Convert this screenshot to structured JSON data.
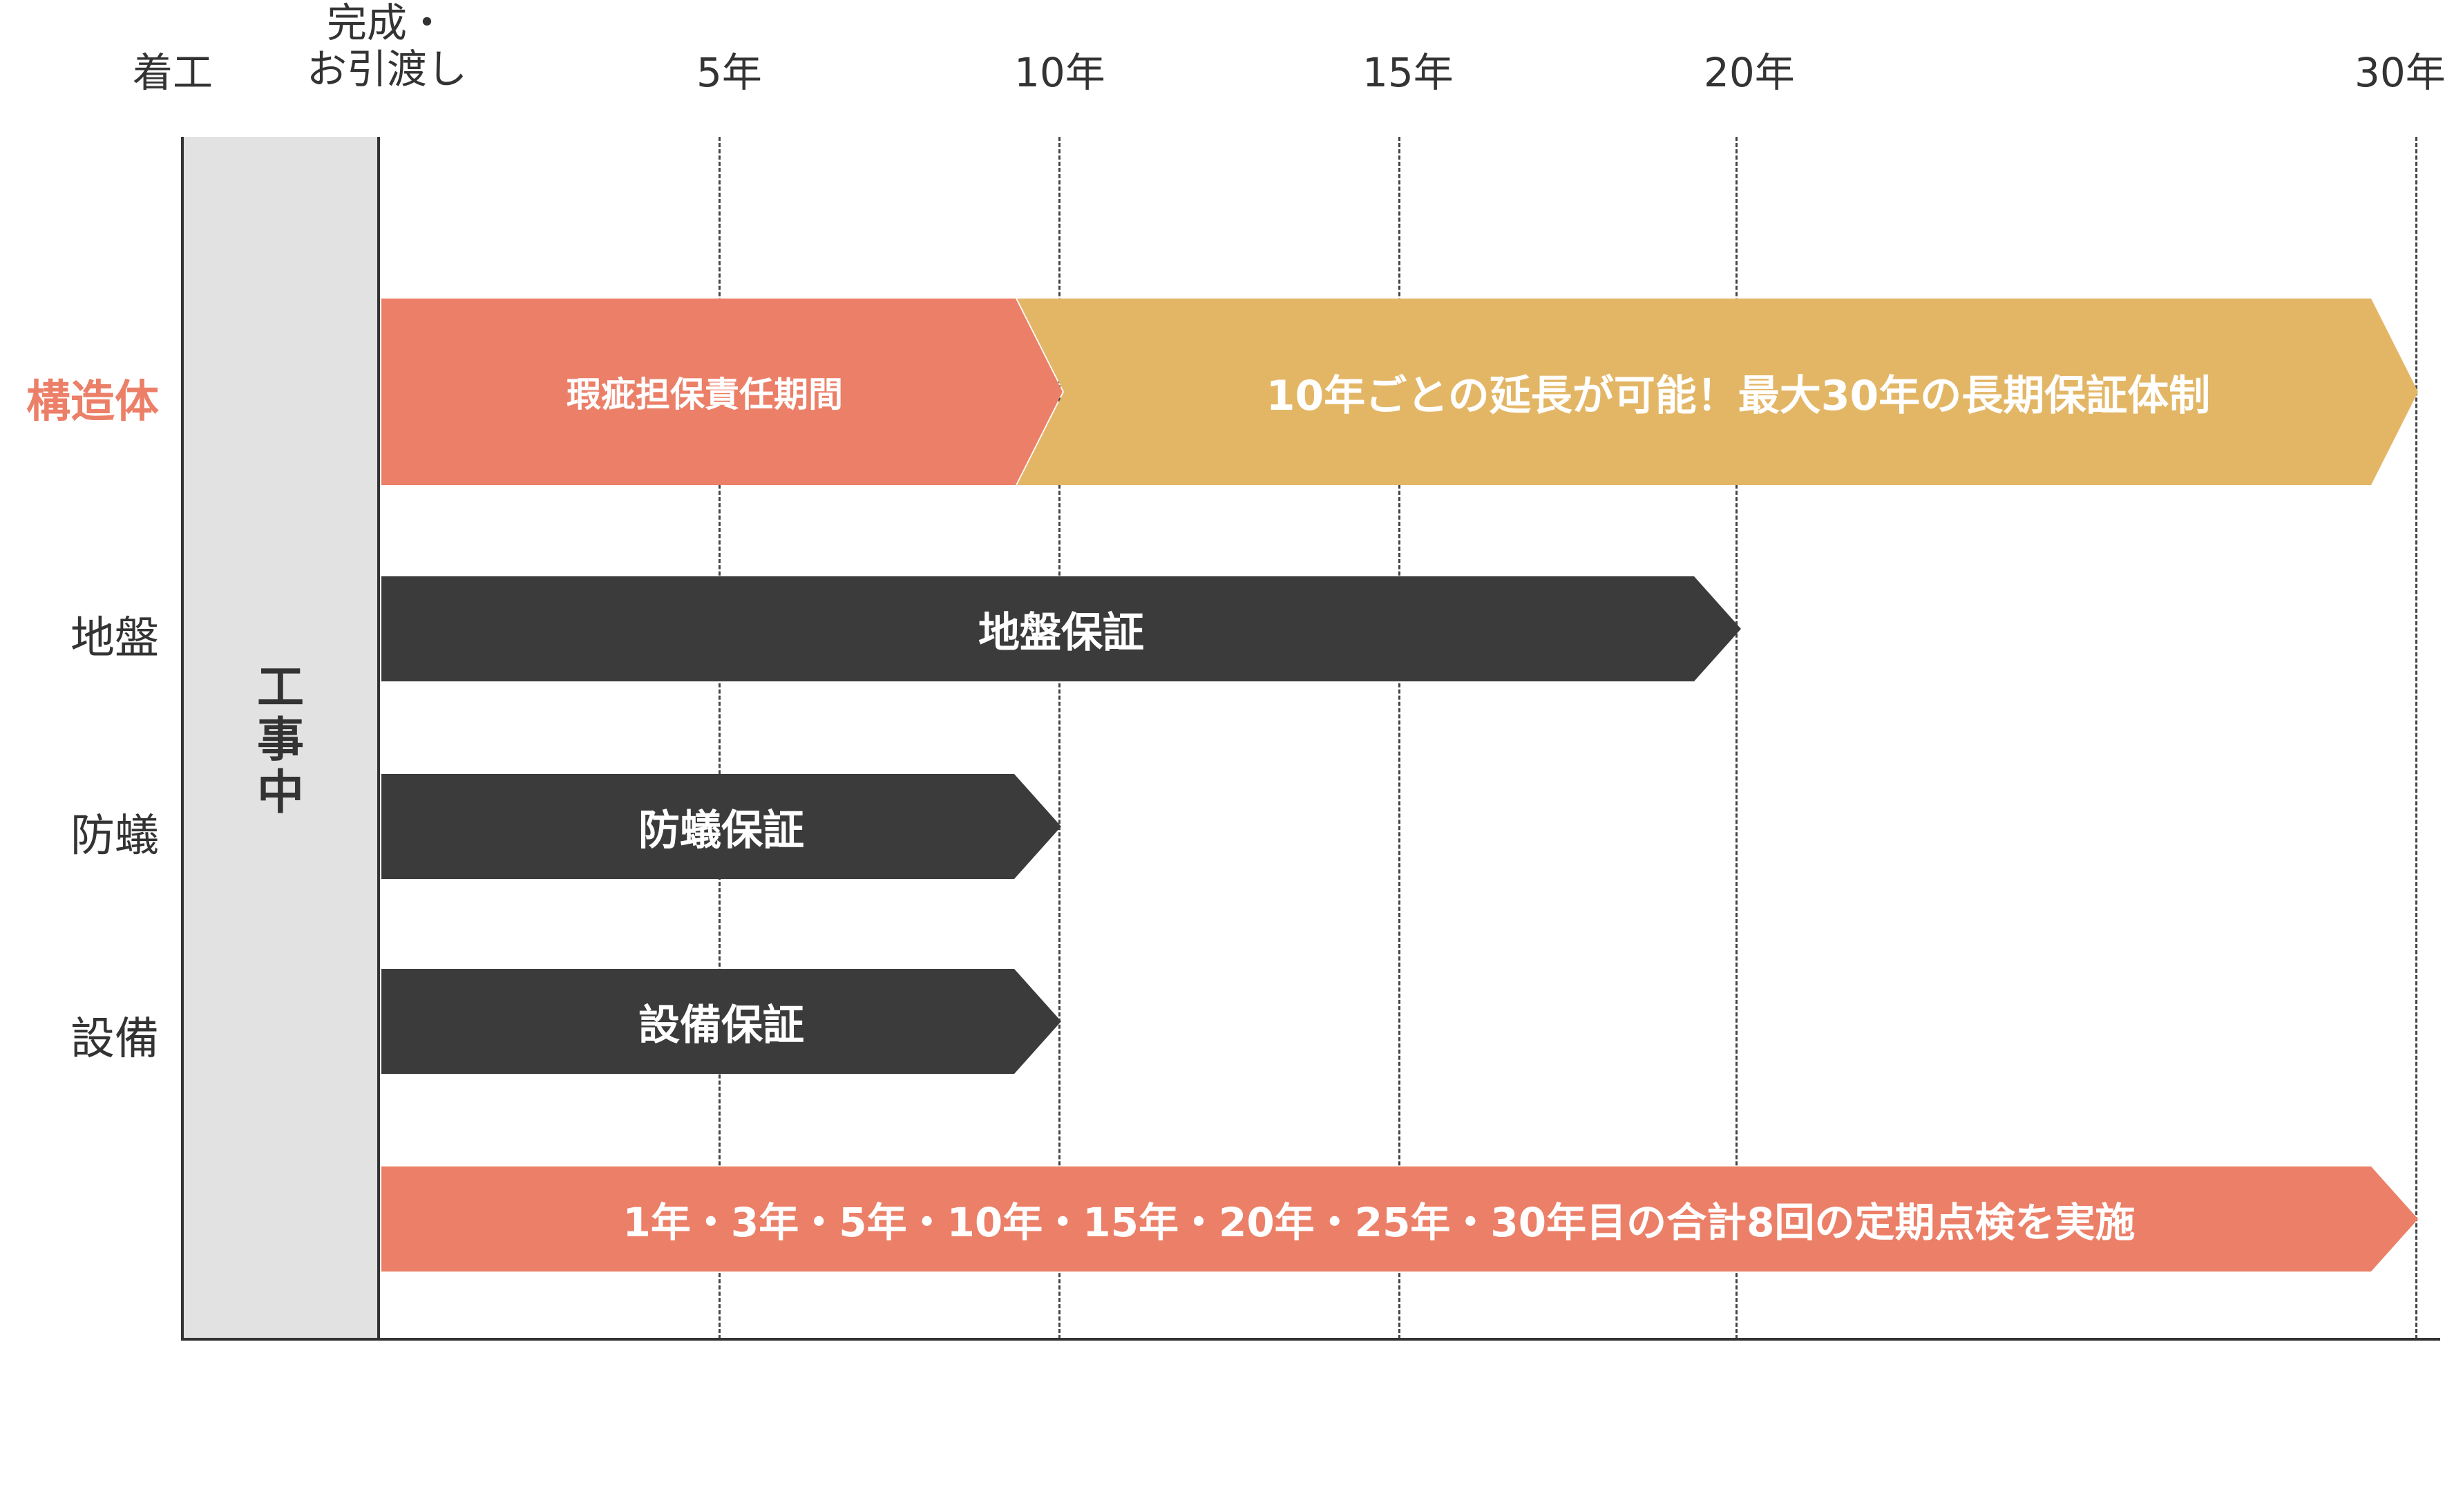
{
  "timeline": {
    "ticks": [
      {
        "label": "着工"
      },
      {
        "label": "完成・\nお引渡し"
      },
      {
        "label": "5年"
      },
      {
        "label": "10年"
      },
      {
        "label": "15年"
      },
      {
        "label": "20年"
      },
      {
        "label": "30年"
      }
    ],
    "construction_label": [
      "工",
      "事",
      "中"
    ]
  },
  "rows": [
    {
      "label": "構造体"
    },
    {
      "label": "地盤"
    },
    {
      "label": "防蟻"
    },
    {
      "label": "設備"
    }
  ],
  "bars": {
    "structure_warranty": "瑕疵担保責任期間",
    "structure_extension": "10年ごとの延長が可能！最大30年の長期保証体制",
    "ground": "地盤保証",
    "termite": "防蟻保証",
    "equipment": "設備保証",
    "inspection": "1年・3年・5年・10年・15年・20年・25年・30年目の合計8回の定期点検を実施"
  },
  "colors": {
    "accent_red": "#ec7f68",
    "accent_yellow": "#e3b666",
    "dark_bar": "#3b3b3b",
    "construction_bg": "#e2e2e2"
  }
}
